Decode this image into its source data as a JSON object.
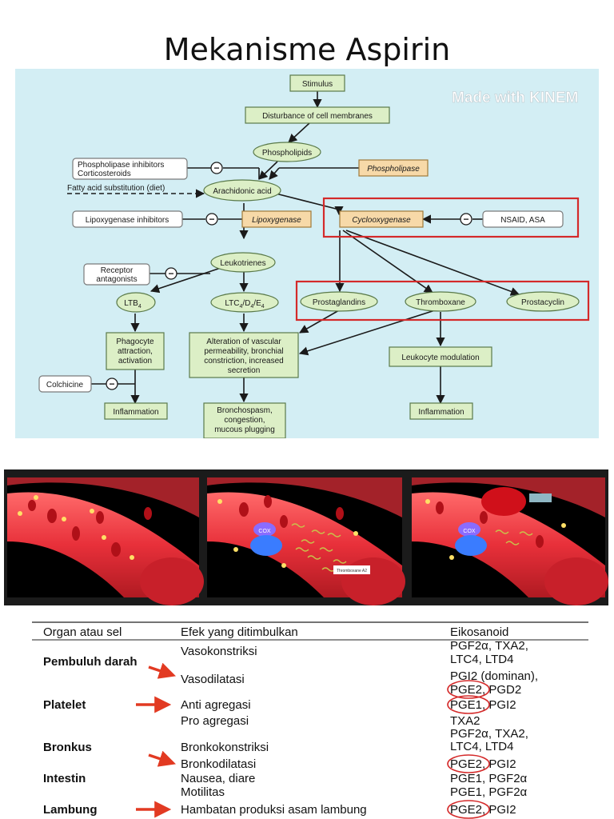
{
  "slide": {
    "title": "Mekanisme Aspirin"
  },
  "watermark": "Made with KINEM",
  "diagram": {
    "stimulus": "Stimulus",
    "disturbance": "Disturbance of cell membranes",
    "phospholipids": "Phospholipids",
    "phospholipase_inhibitors_1": "Phospholipase inhibitors",
    "phospholipase_inhibitors_2": "Corticosteroids",
    "phospholipase": "Phospholipase",
    "fatty_acid": "Fatty acid substitution (diet)",
    "arachidonic_acid": "Arachidonic acid",
    "lipoxygenase_inhibitors": "Lipoxygenase inhibitors",
    "lipoxygenase": "Lipoxygenase",
    "cyclooxygenase": "Cyclooxygenase",
    "nsaid": "NSAID, ASA",
    "leukotrienes": "Leukotrienes",
    "receptor_1": "Receptor",
    "receptor_2": "antagonists",
    "ltb4": "LTB",
    "ltb4_sub": "4",
    "ltc4": "LTC",
    "ltc4_sub": "4",
    "ltc4_d": "/D",
    "ltc4_d_sub": "4",
    "ltc4_e": "/E",
    "ltc4_e_sub": "4",
    "prostaglandins": "Prostaglandins",
    "thromboxane": "Thromboxane",
    "prostacyclin": "Prostacyclin",
    "phagocyte_1": "Phagocyte",
    "phagocyte_2": "attraction,",
    "phagocyte_3": "activation",
    "alteration_1": "Alteration of vascular",
    "alteration_2": "permeability, bronchial",
    "alteration_3": "constriction, increased",
    "alteration_4": "secretion",
    "leukocyte": "Leukocyte modulation",
    "colchicine": "Colchicine",
    "inflammation_left": "Inflammation",
    "inflammation_right": "Inflammation",
    "broncho_1": "Bronchospasm,",
    "broncho_2": "congestion,",
    "broncho_3": "mucous plugging",
    "inhibit_symbol": "−"
  },
  "panels": {
    "cox": "COX",
    "thromboxane_tag": "Thromboxane A2"
  },
  "table": {
    "headers": {
      "organ": "Organ atau sel",
      "effect": "Efek yang ditimbulkan",
      "eico": "Eikosanoid"
    },
    "r1_organ": "Pembuluh darah",
    "r1_effect_a": "Vasokonstriksi",
    "r1_eico_a1": "PGF2α, TXA2,",
    "r1_eico_a2": "LTC4, LTD4",
    "r1_effect_b": "Vasodilatasi",
    "r1_eico_b1": "PGI2 (dominan),",
    "r1_eico_b2": "PGE2, PGD2",
    "r2_organ": "Platelet",
    "r2_effect_a": "Anti agregasi",
    "r2_eico_a": "PGE1, PGI2",
    "r2_effect_b": "Pro agregasi",
    "r2_eico_b": "TXA2",
    "r3_organ": "Bronkus",
    "r3_effect_a": "Bronkokonstriksi",
    "r3_eico_a1": "PGF2α, TXA2,",
    "r3_eico_a2": "LTC4, LTD4",
    "r3_effect_b": "Bronkodilatasi",
    "r3_eico_b": "PGE2, PGI2",
    "r4_organ": "Intestin",
    "r4_effect_a": "Nausea, diare",
    "r4_eico_a": "PGE1, PGF2α",
    "r4_effect_b": "Motilitas",
    "r4_eico_b": "PGE1, PGF2α",
    "r5_organ": "Lambung",
    "r5_effect_a": "Hambatan produksi asam lambung",
    "r5_eico_a": "PGE2, PGI2"
  },
  "colors": {
    "diagram_bg": "#d3eef4",
    "node_green": "#dcefc6",
    "node_orange": "#f7d9a8",
    "highlight_red": "#d42a2a",
    "vessel_red": "#e8303a",
    "arrow_red": "#e23a22"
  }
}
